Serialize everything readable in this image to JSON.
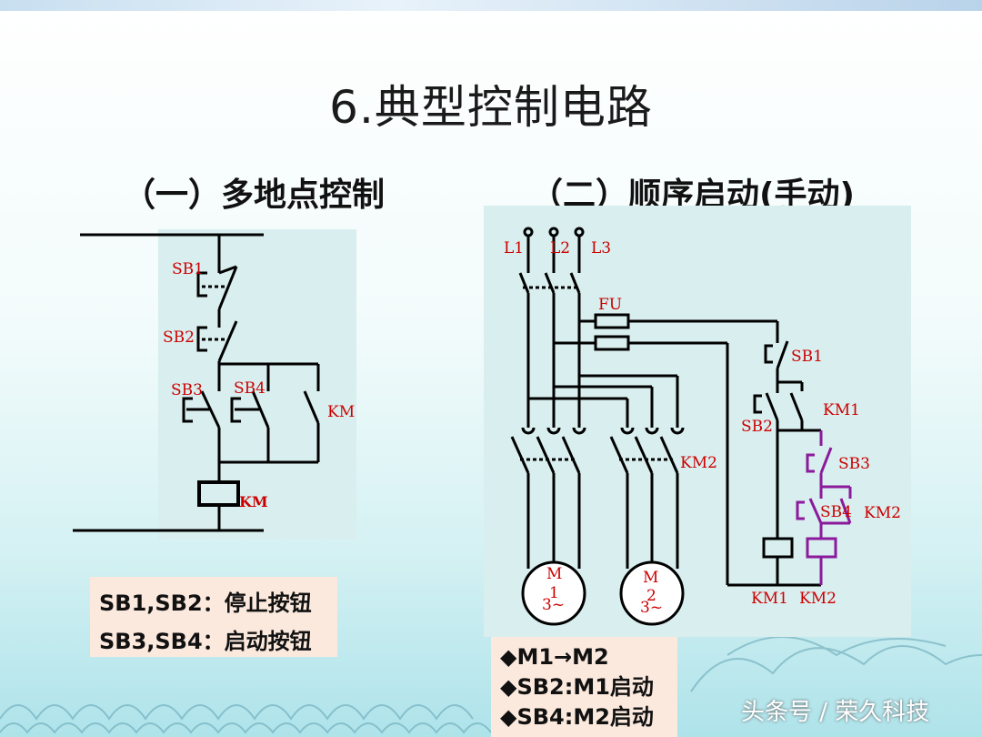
{
  "title": "6.典型控制电路",
  "section1": {
    "heading": "（一）多地点控制"
  },
  "section2": {
    "heading": "（二）顺序启动(手动)"
  },
  "diagram1": {
    "labels": {
      "sb1": "SB1",
      "sb2": "SB2",
      "sb3": "SB3",
      "sb4": "SB4",
      "km_contact": "KM",
      "km_coil": "KM"
    }
  },
  "diagram2": {
    "labels": {
      "l1": "L1",
      "l2": "L2",
      "l3": "L3",
      "fu": "FU",
      "km2_main": "KM2",
      "m1_top": "M",
      "m1_num": "1",
      "m1_phase": "3~",
      "m2_top": "M",
      "m2_num": "2",
      "m2_phase": "3~",
      "sb1": "SB1",
      "sb2": "SB2",
      "km1_contact": "KM1",
      "sb3": "SB3",
      "sb4": "SB4",
      "km2_contact": "KM2",
      "km1_coil": "KM1",
      "km2_coil": "KM2"
    }
  },
  "legend1": {
    "line1": "SB1,SB2：停止按钮",
    "line2": "SB3,SB4：启动按钮"
  },
  "legend2": {
    "line1": "◆M1→M2",
    "line2": "◆SB2:M1启动",
    "line3": "◆SB4:M2启动"
  },
  "watermark": "头条号 / 荣久科技",
  "colors": {
    "panel": "#d9eeee",
    "label_red": "#cc0000",
    "purple": "#8b1a9c",
    "note_bg": "#fbe9dd"
  }
}
